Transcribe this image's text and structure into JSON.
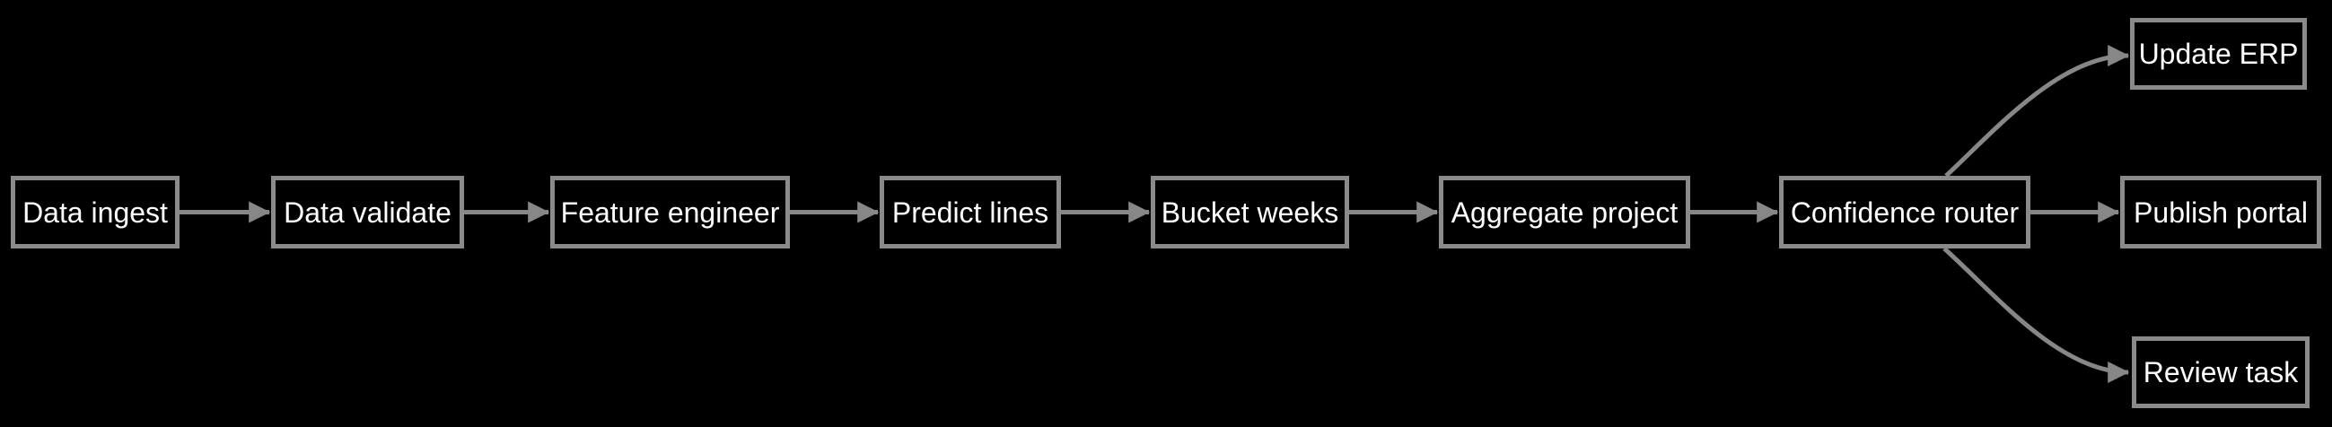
{
  "diagram": {
    "type": "flowchart",
    "background_color": "#000000",
    "node_border_color": "#8a8a8a",
    "node_fill_color": "#000000",
    "edge_color": "#878787",
    "text_color": "#ffffff",
    "nodes": [
      {
        "id": "data-ingest",
        "label": "Data ingest"
      },
      {
        "id": "data-validate",
        "label": "Data validate"
      },
      {
        "id": "feature-engineer",
        "label": "Feature engineer"
      },
      {
        "id": "predict-lines",
        "label": "Predict lines"
      },
      {
        "id": "bucket-weeks",
        "label": "Bucket weeks"
      },
      {
        "id": "aggregate-project",
        "label": "Aggregate project"
      },
      {
        "id": "confidence-router",
        "label": "Confidence router"
      },
      {
        "id": "update-erp",
        "label": "Update ERP"
      },
      {
        "id": "publish-portal",
        "label": "Publish portal"
      },
      {
        "id": "review-task",
        "label": "Review task"
      }
    ],
    "edges": [
      {
        "from": "data-ingest",
        "to": "data-validate"
      },
      {
        "from": "data-validate",
        "to": "feature-engineer"
      },
      {
        "from": "feature-engineer",
        "to": "predict-lines"
      },
      {
        "from": "predict-lines",
        "to": "bucket-weeks"
      },
      {
        "from": "bucket-weeks",
        "to": "aggregate-project"
      },
      {
        "from": "aggregate-project",
        "to": "confidence-router"
      },
      {
        "from": "confidence-router",
        "to": "update-erp"
      },
      {
        "from": "confidence-router",
        "to": "publish-portal"
      },
      {
        "from": "confidence-router",
        "to": "review-task"
      }
    ]
  }
}
